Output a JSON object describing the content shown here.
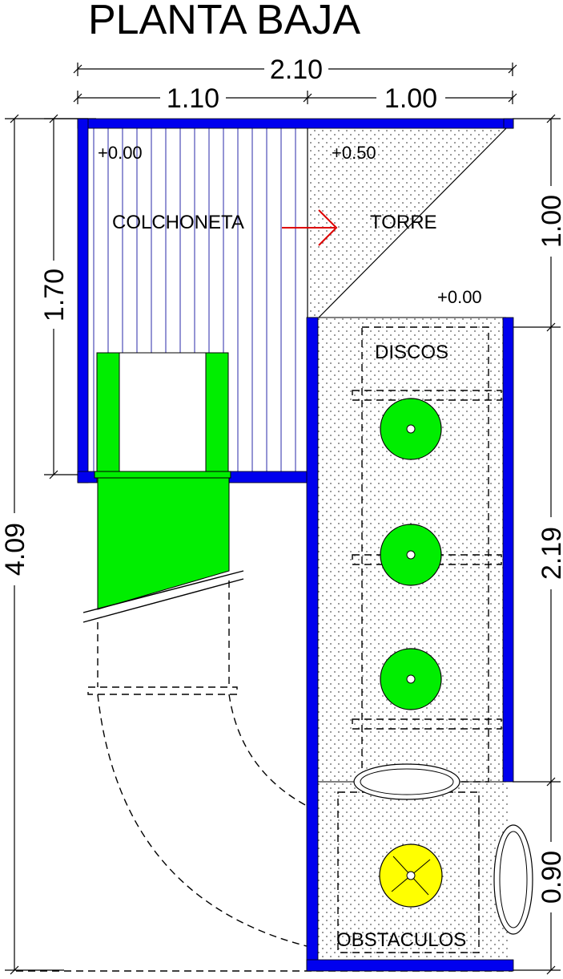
{
  "title": "PLANTA BAJA",
  "dimensions": {
    "total_width": "2.10",
    "left_width": "1.10",
    "right_width": "1.00",
    "left_height": "1.70",
    "total_height": "4.09",
    "right_top": "1.00",
    "right_middle": "2.19",
    "right_bottom": "0.90"
  },
  "zones": {
    "colchoneta": "COLCHONETA",
    "torre": "TORRE",
    "discos": "DISCOS",
    "obstaculos": "OBSTACULOS"
  },
  "levels": {
    "colchoneta": "+0.00",
    "torre_top": "+0.50",
    "torre_bottom": "+0.00"
  },
  "colors": {
    "wall": "#0000ee",
    "disc": "#00ee00",
    "obstacle": "#ffff00",
    "arrow": "#dd0000"
  }
}
